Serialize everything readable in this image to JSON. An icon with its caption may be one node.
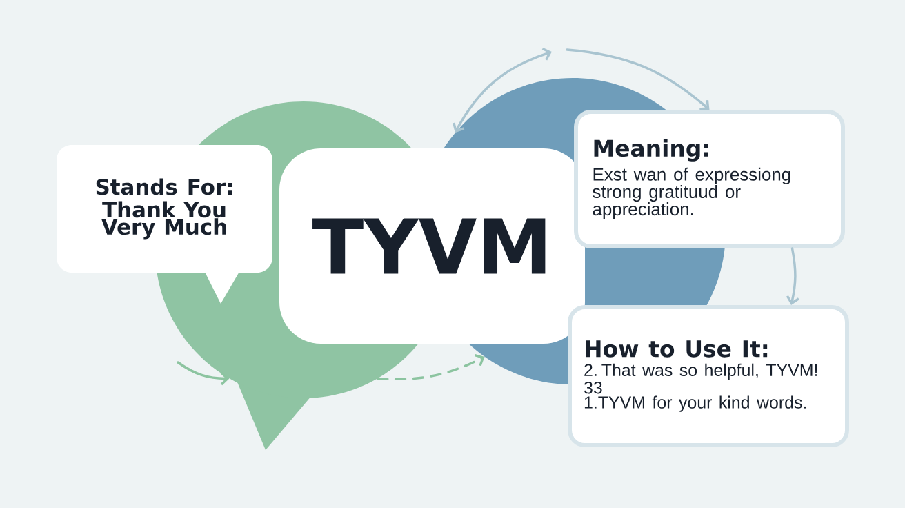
{
  "diagram": {
    "nodes": [
      {
        "text": [],
        "shape": "circle"
      },
      {
        "text": [],
        "shape": "circle"
      },
      {
        "text": [
          "Stands For:",
          "Thank You Very Much"
        ]
      },
      {
        "text": [
          "TYVM"
        ]
      },
      {
        "text": [
          "Meaning:",
          "Exst wan of expressiong strong gratituud or appreciation."
        ]
      },
      {
        "text": [
          "How to Use It:",
          "2. That was so helpful, TYVM!",
          "33",
          "1.TYVM for your kind words."
        ]
      }
    ],
    "edges": [
      {
        "from": null,
        "to": 1,
        "arrow": "both"
      },
      {
        "from": null,
        "to": 4,
        "arrow": "to"
      },
      {
        "from": 4,
        "to": 5,
        "arrow": "to"
      },
      {
        "from": null,
        "to": 0,
        "arrow": "to",
        "color": "#8cc4a0"
      },
      {
        "from": 0,
        "to": 1,
        "arrow": "to",
        "style": "dashed",
        "color": "#8cc4a0"
      }
    ]
  }
}
